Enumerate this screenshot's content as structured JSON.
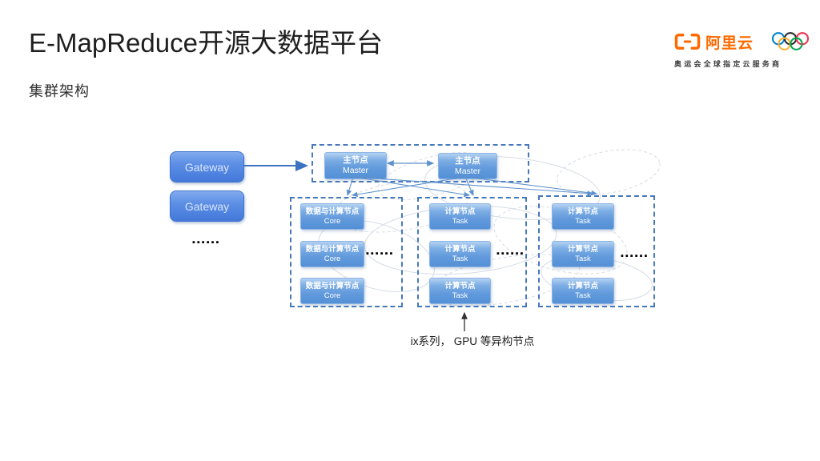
{
  "slide": {
    "title": "E-MapReduce开源大数据平台",
    "subtitle": "集群架构"
  },
  "logo": {
    "brand": "阿里云",
    "tagline": "奥运会全球指定云服务商",
    "brand_color": "#ff6a00",
    "ring_colors": [
      "#0081c8",
      "#2b2b2b",
      "#ee334e",
      "#fcb131",
      "#00a651"
    ]
  },
  "diagram": {
    "accent_blue": "#4678bc",
    "node_blue": "#5490d6",
    "gateways": [
      {
        "label": "Gateway"
      },
      {
        "label": "Gateway"
      }
    ],
    "gateway_ellipsis": "▪▪▪▪▪▪",
    "master_group": {
      "masters": [
        {
          "name": "主节点",
          "role": "Master"
        },
        {
          "name": "主节点",
          "role": "Master"
        }
      ]
    },
    "node_groups": [
      {
        "nodes": [
          {
            "name": "数据与计算节点",
            "role": "Core"
          },
          {
            "name": "数据与计算节点",
            "role": "Core"
          },
          {
            "name": "数据与计算节点",
            "role": "Core"
          }
        ],
        "ellipsis": "▪▪▪▪▪▪"
      },
      {
        "nodes": [
          {
            "name": "计算节点",
            "role": "Task"
          },
          {
            "name": "计算节点",
            "role": "Task"
          },
          {
            "name": "计算节点",
            "role": "Task"
          }
        ],
        "ellipsis": "▪▪▪▪▪▪"
      },
      {
        "nodes": [
          {
            "name": "计算节点",
            "role": "Task"
          },
          {
            "name": "计算节点",
            "role": "Task"
          },
          {
            "name": "计算节点",
            "role": "Task"
          }
        ],
        "ellipsis": "▪▪▪▪▪▪"
      }
    ],
    "annotation": "ix系列， GPU 等异构节点"
  }
}
